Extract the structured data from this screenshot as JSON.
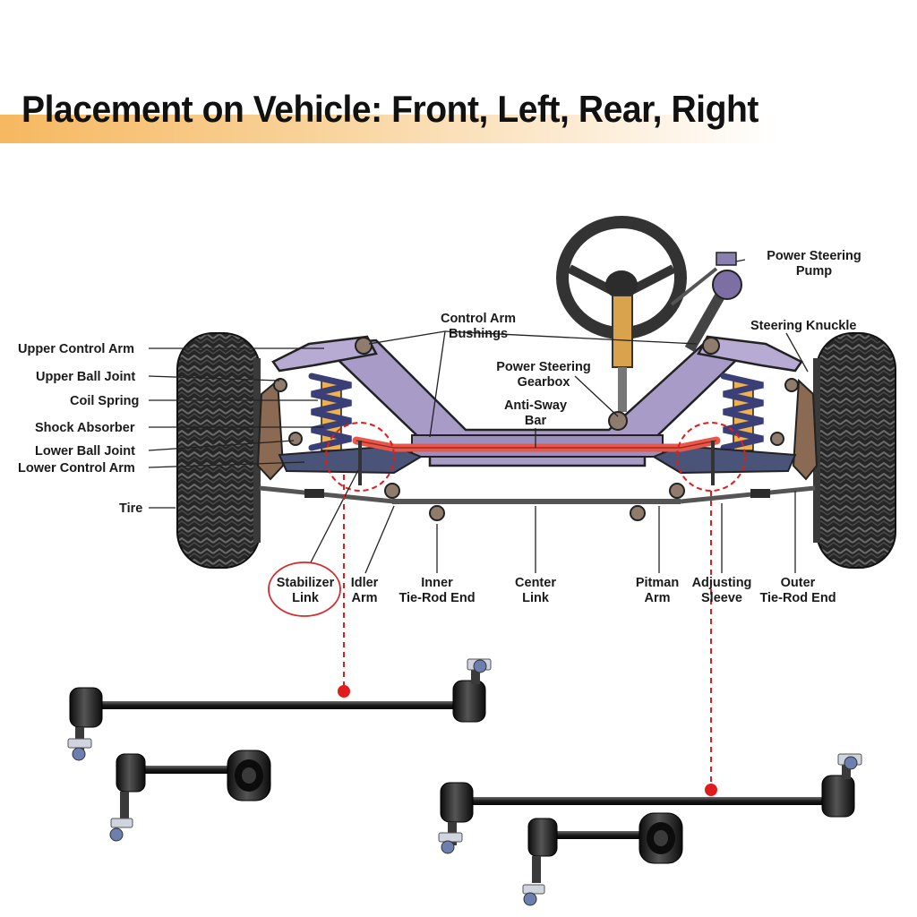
{
  "header": {
    "title": "Placement on Vehicle: Front, Left, Rear, Right"
  },
  "labels": {
    "upper_control_arm": "Upper Control Arm",
    "upper_ball_joint": "Upper Ball Joint",
    "coil_spring": "Coil Spring",
    "shock_absorber": "Shock Absorber",
    "lower_ball_joint": "Lower Ball Joint",
    "lower_control_arm": "Lower Control Arm",
    "tire": "Tire",
    "control_arm_bushings": [
      "Control Arm",
      "Bushings"
    ],
    "power_steering_gearbox": [
      "Power Steering",
      "Gearbox"
    ],
    "anti_sway_bar": [
      "Anti-Sway",
      "Bar"
    ],
    "power_steering_pump": [
      "Power Steering",
      "Pump"
    ],
    "steering_knuckle": "Steering Knuckle",
    "stabilizer_link": [
      "Stabilizer",
      "Link"
    ],
    "idler_arm": [
      "Idler",
      "Arm"
    ],
    "inner_tie_rod_end": [
      "Inner",
      "Tie-Rod End"
    ],
    "center_link": [
      "Center",
      "Link"
    ],
    "pitman_arm": [
      "Pitman",
      "Arm"
    ],
    "adjusting_sleeve": [
      "Adjusting",
      "Sleeve"
    ],
    "outer_tie_rod_end": [
      "Outer",
      "Tie-Rod End"
    ]
  },
  "colors": {
    "frame": "#a99bc7",
    "frame_dark": "#7d6fa3",
    "sway_bar": "#e8584a",
    "highlight": "#e21b1b",
    "tire": "#262626",
    "spring": "#3b3f78",
    "shock": "#f0b24a",
    "link_metal": "#151515",
    "nut": "#6c7fae"
  }
}
